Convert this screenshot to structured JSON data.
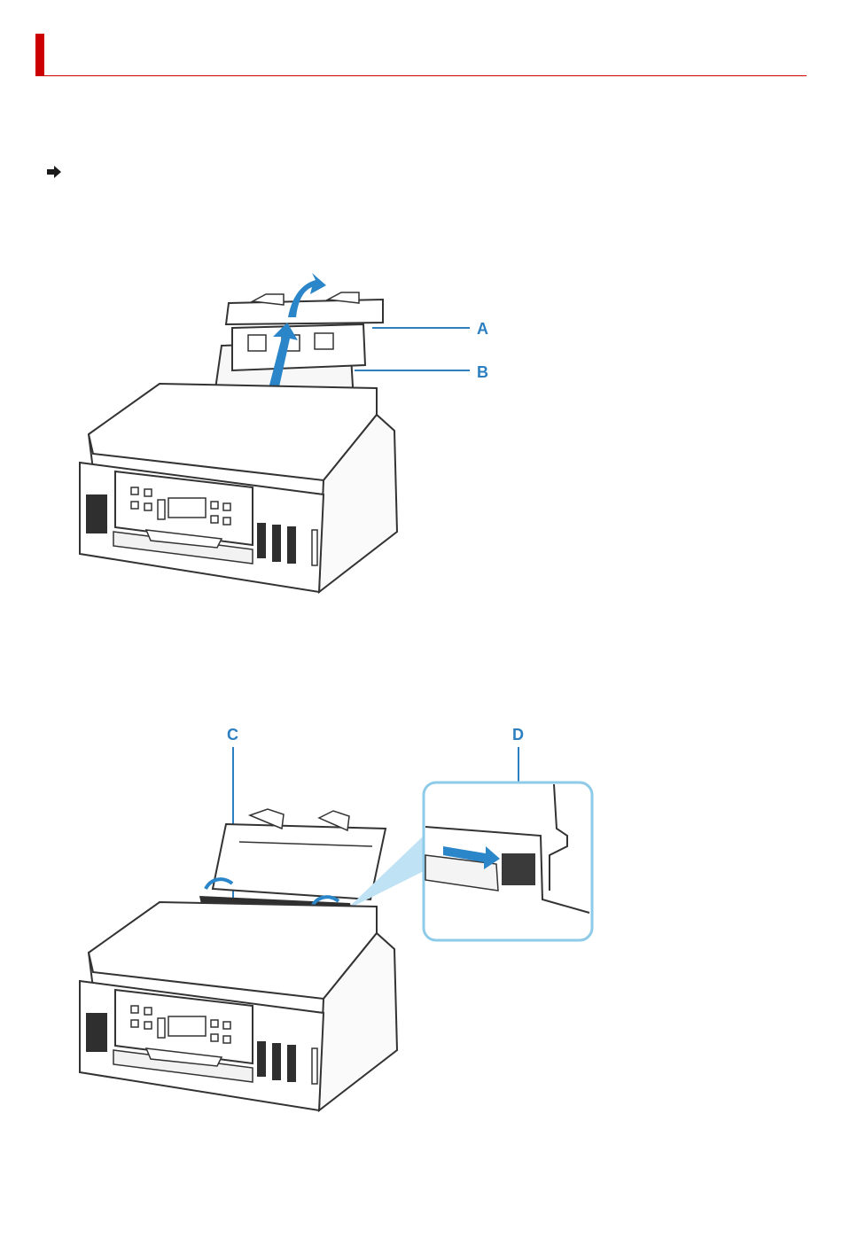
{
  "figure1": {
    "callouts": [
      {
        "id": "A",
        "label": "A"
      },
      {
        "id": "B",
        "label": "B"
      }
    ]
  },
  "figure2": {
    "callouts": [
      {
        "id": "C",
        "label": "C"
      },
      {
        "id": "D",
        "label": "D"
      }
    ]
  },
  "colors": {
    "accent_red": "#cc0000",
    "callout_blue": "#2c7fc0",
    "arrow_blue": "#2a86c9",
    "inset_border": "#8ecbe9"
  },
  "icons": {
    "link": "right-arrow-icon"
  }
}
